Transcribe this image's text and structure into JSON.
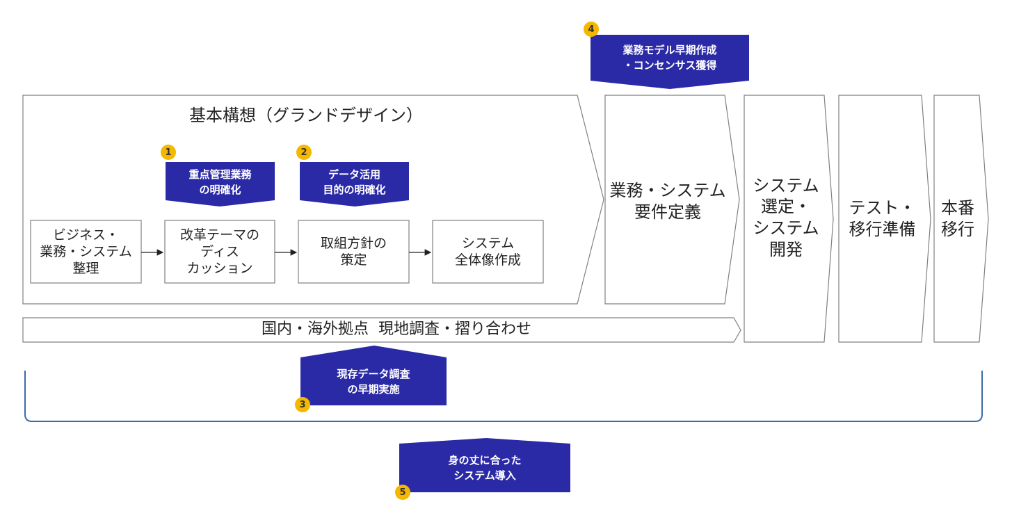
{
  "colors": {
    "callout_fill": "#2b2aa6",
    "badge_fill": "#f5b800",
    "outline": "#808080",
    "bracket": "#3c6aa8"
  },
  "phases": {
    "grand_design": {
      "title": "基本構想（グランドデザイン）"
    },
    "requirements": {
      "title": "業務・システム\n要件定義"
    },
    "selection": {
      "title": "システム\n選定・\nシステム\n開発"
    },
    "test": {
      "title": "テスト・\n移行準備"
    },
    "golive": {
      "title": "本番\n移行"
    }
  },
  "steps": [
    {
      "label": "ビジネス・\n業務・システム\n整理"
    },
    {
      "label": "改革テーマの\nディス\nカッション"
    },
    {
      "label": "取組方針の\n策定"
    },
    {
      "label": "システム\n全体像作成"
    }
  ],
  "site_survey": {
    "label": "国内・海外拠点  現地調査・摺り合わせ"
  },
  "callouts": [
    {
      "badge": "1",
      "text": "重点管理業務\nの明確化"
    },
    {
      "badge": "2",
      "text": "データ活用\n目的の明確化"
    },
    {
      "badge": "3",
      "text": "現存データ調査\nの早期実施"
    },
    {
      "badge": "4",
      "text": "業務モデル早期作成\n・コンセンサス獲得"
    },
    {
      "badge": "5",
      "text": "身の丈に合った\nシステム導入"
    }
  ]
}
